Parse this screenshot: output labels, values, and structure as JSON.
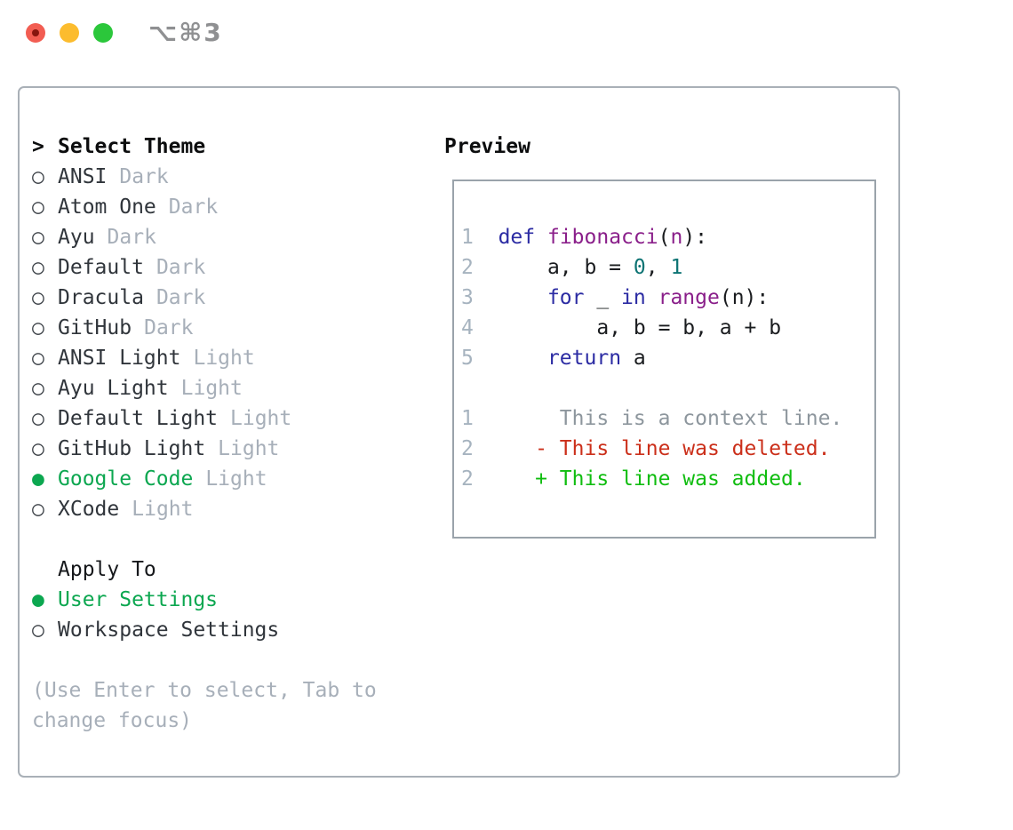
{
  "titlebar": {
    "shortcut": "⌥⌘3"
  },
  "panel": {
    "select_theme": {
      "prompt": ">",
      "title": "Select Theme",
      "unselected_marker": "○",
      "selected_marker": "●",
      "themes": [
        {
          "name": "ANSI",
          "variant": "Dark",
          "selected": false
        },
        {
          "name": "Atom One",
          "variant": "Dark",
          "selected": false
        },
        {
          "name": "Ayu",
          "variant": "Dark",
          "selected": false
        },
        {
          "name": "Default",
          "variant": "Dark",
          "selected": false
        },
        {
          "name": "Dracula",
          "variant": "Dark",
          "selected": false
        },
        {
          "name": "GitHub",
          "variant": "Dark",
          "selected": false
        },
        {
          "name": "ANSI Light",
          "variant": "Light",
          "selected": false
        },
        {
          "name": "Ayu Light",
          "variant": "Light",
          "selected": false
        },
        {
          "name": "Default Light",
          "variant": "Light",
          "selected": false
        },
        {
          "name": "GitHub Light",
          "variant": "Light",
          "selected": false
        },
        {
          "name": "Google Code",
          "variant": "Light",
          "selected": true
        },
        {
          "name": "XCode",
          "variant": "Light",
          "selected": false
        }
      ]
    },
    "apply_to": {
      "title": "Apply To",
      "options": [
        {
          "name": "User Settings",
          "selected": true
        },
        {
          "name": "Workspace Settings",
          "selected": false
        }
      ]
    },
    "hint": "(Use Enter to select, Tab to change focus)"
  },
  "preview": {
    "title": "Preview",
    "lines": [
      {
        "num": "1",
        "segments": [
          [
            "plain",
            "  "
          ],
          [
            "kw",
            "def"
          ],
          [
            "plain",
            " "
          ],
          [
            "fn",
            "fibonacci"
          ],
          [
            "plain",
            "("
          ],
          [
            "fn",
            "n"
          ],
          [
            "plain",
            "):"
          ]
        ]
      },
      {
        "num": "2",
        "segments": [
          [
            "plain",
            "      a, b = "
          ],
          [
            "lit",
            "0"
          ],
          [
            "plain",
            ", "
          ],
          [
            "lit",
            "1"
          ]
        ]
      },
      {
        "num": "3",
        "segments": [
          [
            "plain",
            "      "
          ],
          [
            "kw",
            "for"
          ],
          [
            "plain",
            " _ "
          ],
          [
            "kw",
            "in"
          ],
          [
            "plain",
            " "
          ],
          [
            "fn",
            "range"
          ],
          [
            "plain",
            "(n):"
          ]
        ]
      },
      {
        "num": "4",
        "segments": [
          [
            "plain",
            "          a, b = b, a + b"
          ]
        ]
      },
      {
        "num": "5",
        "segments": [
          [
            "plain",
            "      "
          ],
          [
            "kw",
            "return"
          ],
          [
            "plain",
            " a"
          ]
        ]
      },
      {
        "num": "",
        "segments": []
      },
      {
        "num": "1",
        "segments": [
          [
            "ctx",
            "       This is a context line."
          ]
        ]
      },
      {
        "num": "2",
        "segments": [
          [
            "del",
            "     - This line was deleted."
          ]
        ]
      },
      {
        "num": "2",
        "segments": [
          [
            "add",
            "     + This line was added."
          ]
        ]
      }
    ]
  },
  "colors": {
    "accent_green": "#0ca750",
    "diff_red": "#cb2f1a",
    "diff_add": "#10bd10",
    "keyword": "#2b2ba3",
    "type": "#8a1f8a",
    "literal": "#0c7373",
    "muted": "#a7afb9",
    "line_number": "#a6b3bf",
    "context_gray": "#8d969d"
  }
}
